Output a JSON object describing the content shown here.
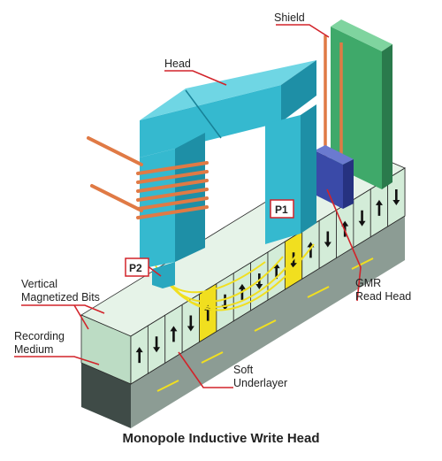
{
  "labels": {
    "head": "Head",
    "shield": "Shield",
    "p1": "P1",
    "p2": "P2",
    "vertical_bits_line1": "Vertical",
    "vertical_bits_line2": "Magnetized Bits",
    "recording_line1": "Recording",
    "recording_line2": "Medium",
    "gmr_line1": "GMR",
    "gmr_line2": "Read Head",
    "soft_line1": "Soft",
    "soft_line2": "Underlayer"
  },
  "caption": "Monopole Inductive Write Head",
  "colors": {
    "head_face": "#35b9cf",
    "head_top": "#5fd0e0",
    "head_side": "#1e8fa6",
    "coil": "#e07a45",
    "shield": "#3fa96a",
    "gmr": "#3a4aa8",
    "bit_face": "#d3ecd8",
    "bit_highlight": "#f1df1f",
    "underlayer": "#7e8e86",
    "leader": "#d2232a"
  },
  "bit_arrows": [
    "up",
    "down",
    "up",
    "down",
    "up",
    "down",
    "up",
    "down",
    "up",
    "down",
    "up",
    "down",
    "up",
    "down",
    "up",
    "down"
  ],
  "highlight_bits": [
    4,
    9
  ]
}
